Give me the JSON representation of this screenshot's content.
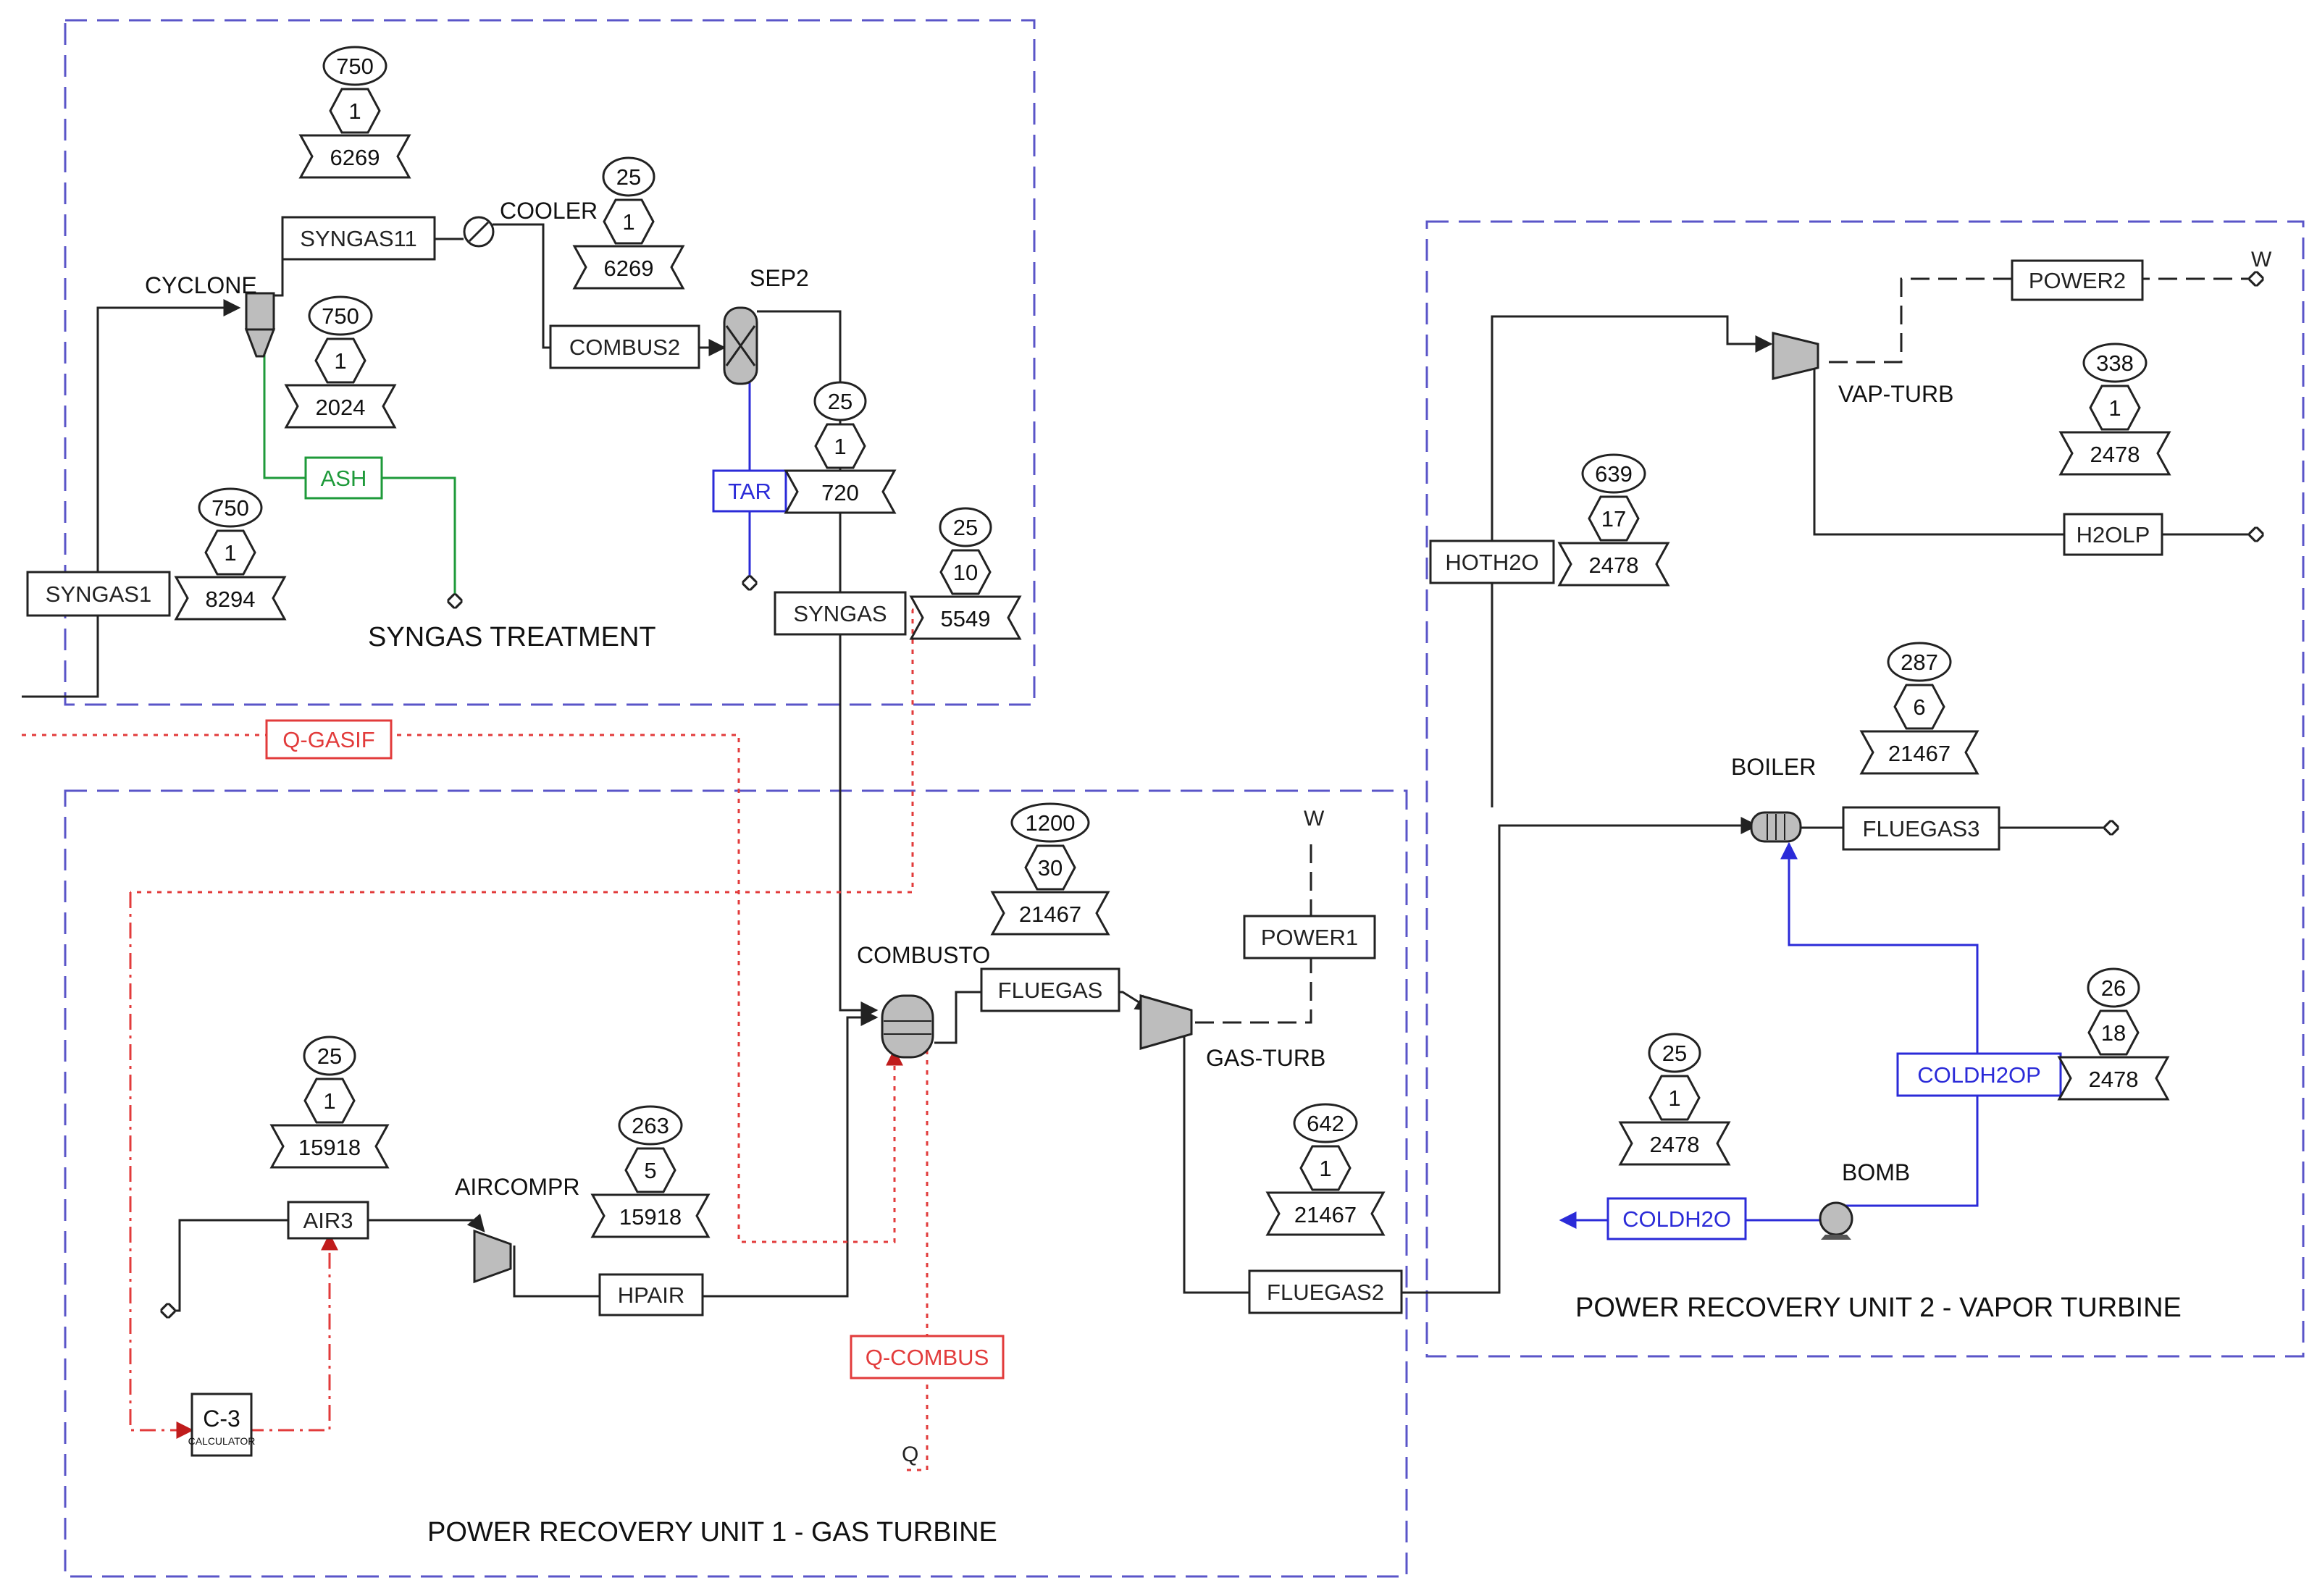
{
  "regions": {
    "syngas_treatment": "SYNGAS TREATMENT",
    "unit1": "POWER RECOVERY UNIT 1 - GAS TURBINE",
    "unit2": "POWER RECOVERY UNIT 2 - VAPOR TURBINE"
  },
  "blocks": {
    "cyclone": "CYCLONE",
    "cooler": "COOLER",
    "sep2": "SEP2",
    "combusto": "COMBUSTO",
    "gas_turb": "GAS-TURB",
    "aircompr": "AIRCOMPR",
    "vap_turb": "VAP-TURB",
    "boiler": "BOILER",
    "bomb": "BOMB",
    "calculator": "C-3",
    "calculator_sub": "CALCULATOR"
  },
  "streams": {
    "syngas1": "SYNGAS1",
    "syngas11": "SYNGAS11",
    "ash": "ASH",
    "combus2": "COMBUS2",
    "tar": "TAR",
    "syngas": "SYNGAS",
    "q_gasif": "Q-GASIF",
    "fluegas": "FLUEGAS",
    "power1": "POWER1",
    "air3": "AIR3",
    "hpair": "HPAIR",
    "q_combus": "Q-COMBUS",
    "fluegas2": "FLUEGAS2",
    "power2": "POWER2",
    "h2olp": "H2OLP",
    "hoth2o": "HOTH2O",
    "fluegas3": "FLUEGAS3",
    "coldh2op": "COLDH2OP",
    "coldh2o": "COLDH2O",
    "w1": "W",
    "w2": "W",
    "q": "Q"
  },
  "tags": {
    "syngas11": {
      "t": "750",
      "p": "1",
      "f": "6269"
    },
    "ash": {
      "t": "750",
      "p": "1",
      "f": "2024"
    },
    "combus2": {
      "t": "25",
      "p": "1",
      "f": "6269"
    },
    "tar": {
      "t": "25",
      "p": "1",
      "f": "720"
    },
    "syngas1": {
      "t": "750",
      "p": "1",
      "f": "8294"
    },
    "syngas": {
      "t": "25",
      "p": "10",
      "f": "5549"
    },
    "fluegas": {
      "t": "1200",
      "p": "30",
      "f": "21467"
    },
    "air3": {
      "t": "25",
      "p": "1",
      "f": "15918"
    },
    "hpair": {
      "t": "263",
      "p": "5",
      "f": "15918"
    },
    "fluegas2": {
      "t": "642",
      "p": "1",
      "f": "21467"
    },
    "h2olp": {
      "t": "338",
      "p": "1",
      "f": "2478"
    },
    "hoth2o": {
      "t": "639",
      "p": "17",
      "f": "2478"
    },
    "fluegas3": {
      "t": "287",
      "p": "6",
      "f": "21467"
    },
    "coldh2op": {
      "t": "26",
      "p": "18",
      "f": "2478"
    },
    "coldh2o": {
      "t": "25",
      "p": "1",
      "f": "2478"
    }
  },
  "colors": {
    "region_border": "#5a55c8",
    "heat_stream": "#e23b3b",
    "water_stream": "#2b2bd8",
    "solid_stream": "#1e9a3a"
  }
}
